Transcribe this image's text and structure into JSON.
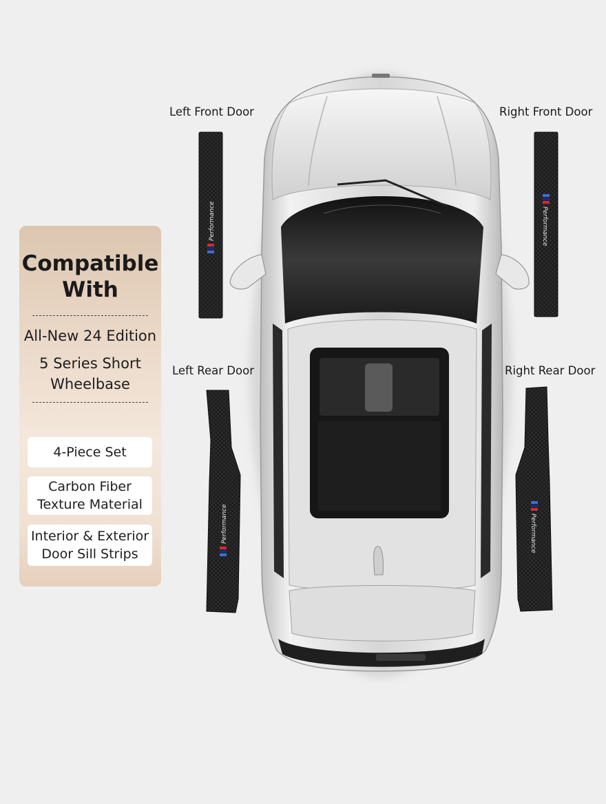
{
  "panel": {
    "title_line1": "Compatible",
    "title_line2": "With",
    "compat_line1": "All-New 24 Edition",
    "compat_line2": "5 Series Short",
    "compat_line3": "Wheelbase",
    "tags": [
      {
        "line1": "4-Piece Set",
        "line2": ""
      },
      {
        "line1": "Carbon Fiber",
        "line2": "Texture Material"
      },
      {
        "line1": "Interior & Exterior",
        "line2": "Door Sill Strips"
      }
    ]
  },
  "doors": {
    "left_front": "Left Front Door",
    "right_front": "Right Front Door",
    "left_rear": "Left Rear Door",
    "right_rear": "Right Rear Door"
  },
  "strip_logo_text": "Performance",
  "colors": {
    "background": "#efefef",
    "car_body": "#d9d9d9",
    "glass": "#1b1b1b",
    "carbon": "#1e1e1e",
    "panel_top": "#dcc6b0",
    "panel_bottom": "#e6cfbc",
    "m_blue": "#3b6fd6",
    "m_navy": "#1d2a7a",
    "m_red": "#d32a2a"
  }
}
